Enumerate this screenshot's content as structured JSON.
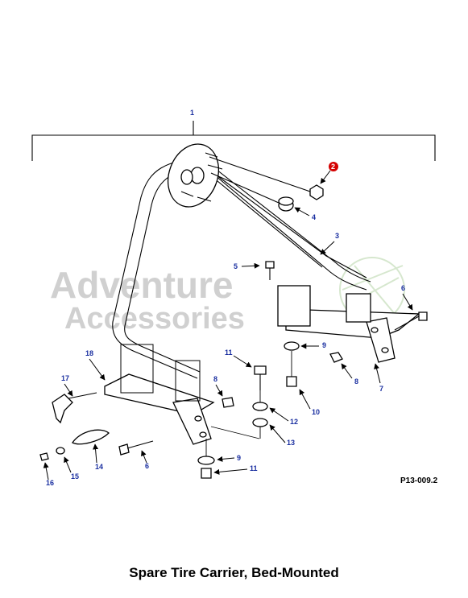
{
  "caption": "Spare Tire Carrier, Bed-Mounted",
  "figure_code": "P13-009.2",
  "watermark": {
    "line1": "Adventure",
    "line2": "Accessories"
  },
  "colors": {
    "callout": "#1a2fa0",
    "highlight": "#d40000",
    "watermark": "#c8c8c8"
  },
  "callouts": {
    "c1": "1",
    "c2": "2",
    "c3": "3",
    "c4": "4",
    "c5": "5",
    "c6a": "6",
    "c6b": "6",
    "c7": "7",
    "c8a": "8",
    "c8b": "8",
    "c9a": "9",
    "c9b": "9",
    "c10": "10",
    "c11a": "11",
    "c11b": "11",
    "c12": "12",
    "c13": "13",
    "c14": "14",
    "c15": "15",
    "c16": "16",
    "c17": "17",
    "c18": "18"
  }
}
